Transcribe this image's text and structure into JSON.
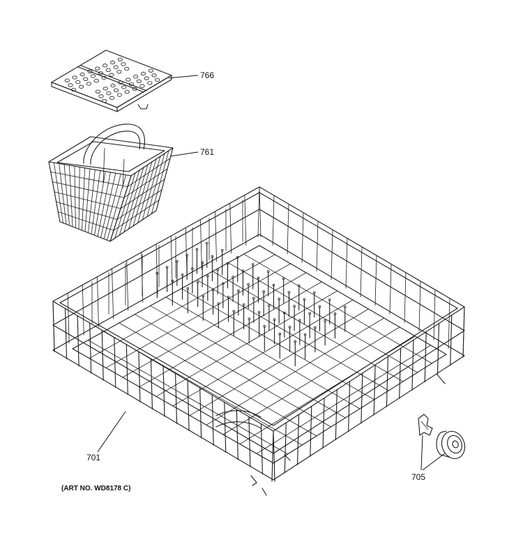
{
  "callouts": {
    "utensil_basket_cover": "766",
    "utensil_basket": "761",
    "lower_rack": "701",
    "roller_assembly": "705"
  },
  "art_number": "(ART NO. WD8178 C)",
  "colors": {
    "line": "#1a1a1a",
    "background": "#ffffff"
  },
  "icons": {
    "cover": "basket-cover-icon",
    "basket": "utensil-basket-icon",
    "rack": "dish-rack-icon",
    "roller": "rack-roller-icon",
    "clip": "roller-clip-icon"
  }
}
